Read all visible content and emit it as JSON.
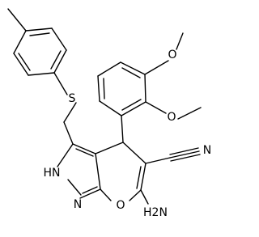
{
  "structure": {
    "atom_labels": {
      "o_methoxy_top": "O",
      "o_methoxy_mid": "O",
      "sulfur": "S",
      "n_nitrile": "N",
      "nh_pyrazole": "HN",
      "n_pyrazole": "N",
      "o_ring": "O",
      "nh2": "H2N"
    }
  }
}
